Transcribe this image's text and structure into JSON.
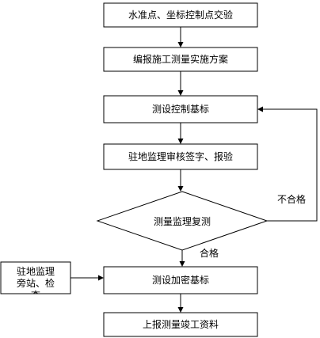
{
  "flowchart": {
    "nodes": {
      "step1": "水准点、坐标控制点交验",
      "step2": "编报施工测量实施方案",
      "step3": "测设控制基标",
      "step4": "驻地监理审核签字、报验",
      "decision": "测量监理复测",
      "step5": "测设加密基标",
      "step6": "上报测量竣工资料",
      "side_line1": "驻地监理",
      "side_line2": "旁站、检",
      "side_line3": "查"
    },
    "edge_labels": {
      "fail": "不合格",
      "pass": "合格"
    }
  }
}
